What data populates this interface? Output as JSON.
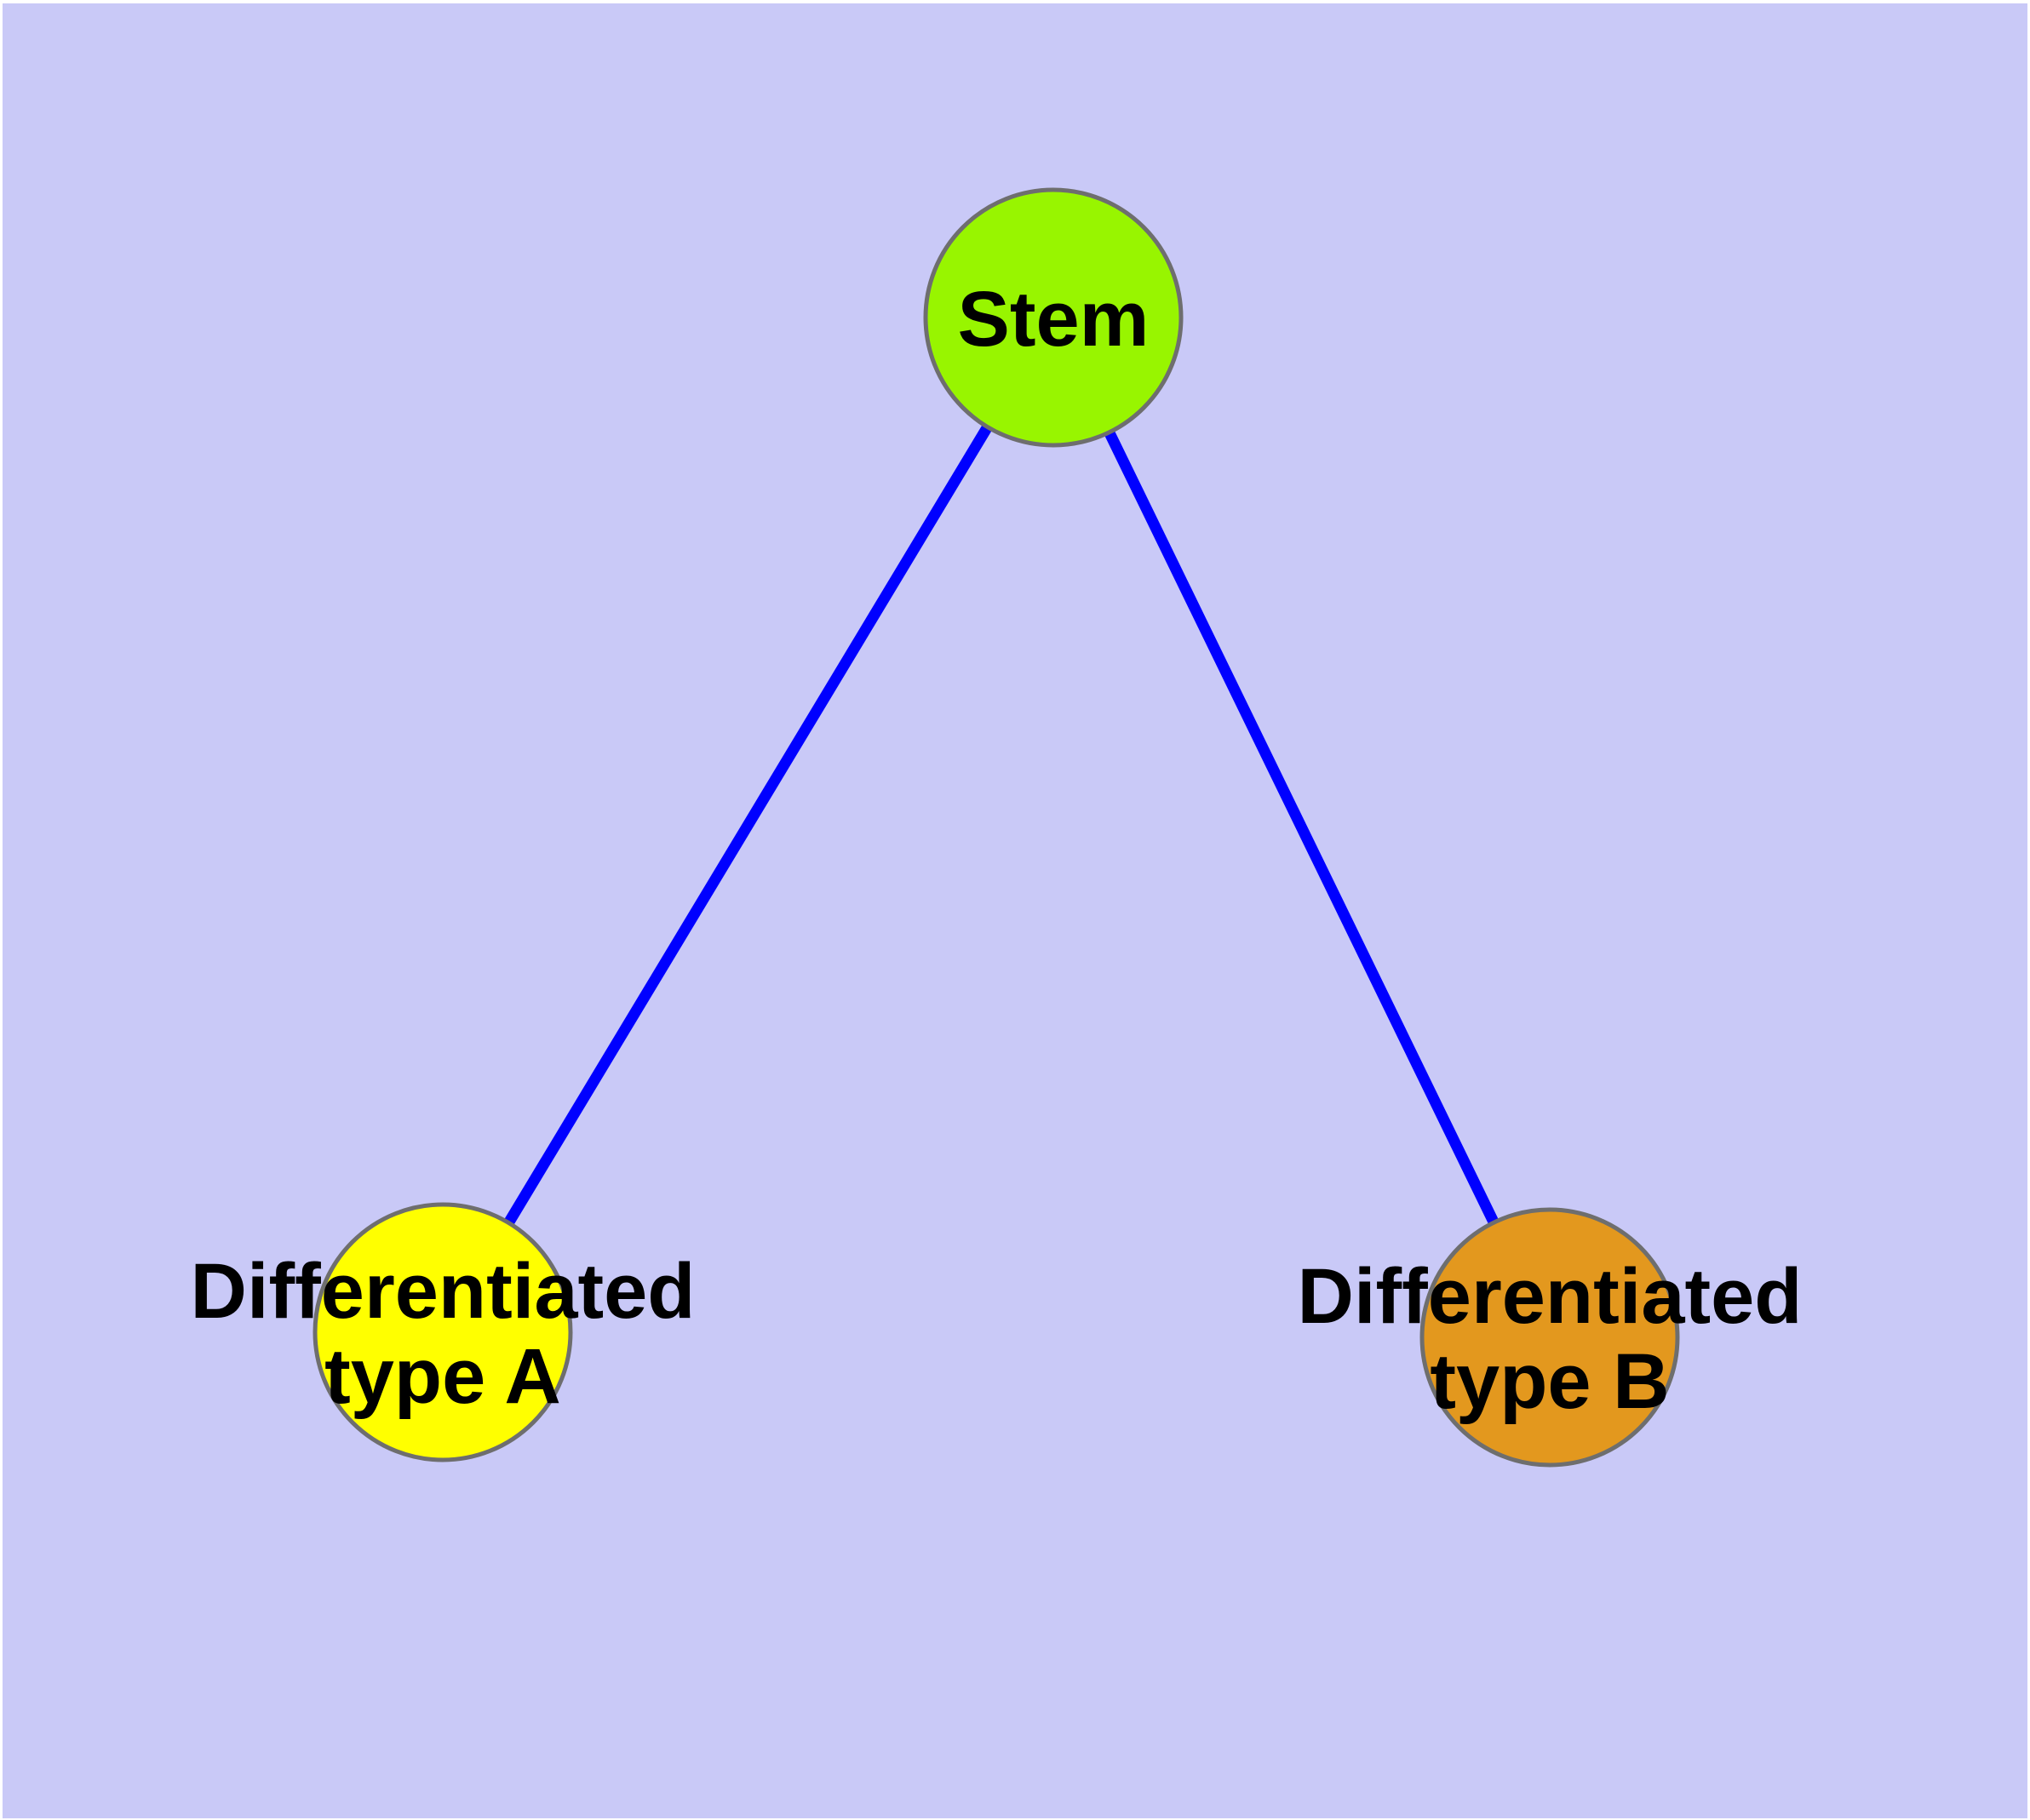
{
  "diagram": {
    "background_color": "#C9C9F7",
    "frame_color": "#FFFFFF",
    "edge_color": "#0000FF",
    "node_border_color": "#6E6E6E",
    "nodes": [
      {
        "id": "stem",
        "label_lines": [
          "Stem"
        ],
        "color": "#98F500"
      },
      {
        "id": "differentiated-type-a",
        "label_lines": [
          "Differentiated",
          "type A"
        ],
        "color": "#FFFF00"
      },
      {
        "id": "differentiated-type-b",
        "label_lines": [
          "Differentiated",
          "type B"
        ],
        "color": "#E3981E"
      }
    ],
    "edges": [
      {
        "from": "stem",
        "to": "differentiated-type-a"
      },
      {
        "from": "stem",
        "to": "differentiated-type-b"
      }
    ]
  }
}
